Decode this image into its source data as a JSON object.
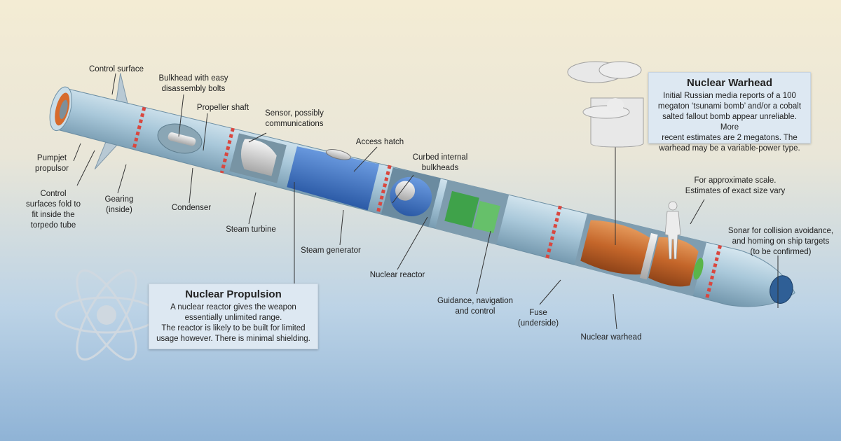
{
  "labels": {
    "control_surface": "Control surface",
    "bulkhead": "Bulkhead with easy\ndisassembly bolts",
    "propeller_shaft": "Propeller shaft",
    "sensor": "Sensor, possibly\ncommunications",
    "pumpjet": "Pumpjet\npropulsor",
    "control_fold": "Control\nsurfaces fold to\nfit inside the\ntorpedo tube",
    "gearing": "Gearing\n(inside)",
    "condenser": "Condenser",
    "steam_turbine": "Steam turbine",
    "access_hatch": "Access hatch",
    "curbed_bulkheads": "Curbed internal\nbulkheads",
    "steam_generator": "Steam generator",
    "nuclear_reactor": "Nuclear reactor",
    "guidance": "Guidance, navigation\nand control",
    "fuse": "Fuse\n(underside)",
    "nuclear_warhead_label": "Nuclear warhead",
    "scale": "For approximate scale.\nEstimates of exact size vary",
    "sonar": "Sonar for collision avoidance,\nand homing on ship targets\n(to be confirmed)"
  },
  "warhead_box": {
    "title": "Nuclear Warhead",
    "body": "Initial Russian media reports of a 100\nmegaton ‘tsunami bomb’ and/or a cobalt\nsalted fallout bomb appear unreliable. More\nrecent estimates are 2 megatons. The\nwarhead may be a variable-power type."
  },
  "propulsion_box": {
    "title": "Nuclear Propulsion",
    "body": "A nuclear reactor gives the weapon\nessentially unlimited range.\nThe reactor is likely to be built for limited\nusage however. There is minimal shielding."
  },
  "icons": [
    "atom-icon",
    "mushroom-cloud-icon",
    "human-silhouette-icon"
  ],
  "colors": {
    "hull": "#a9c8da",
    "band_red": "#d9473f",
    "steam_generator_blue": "#3d74c4",
    "guidance_green": "#3fa24a",
    "warhead_copper": "#c86a2a",
    "sonar_blue": "#2f5f96"
  }
}
